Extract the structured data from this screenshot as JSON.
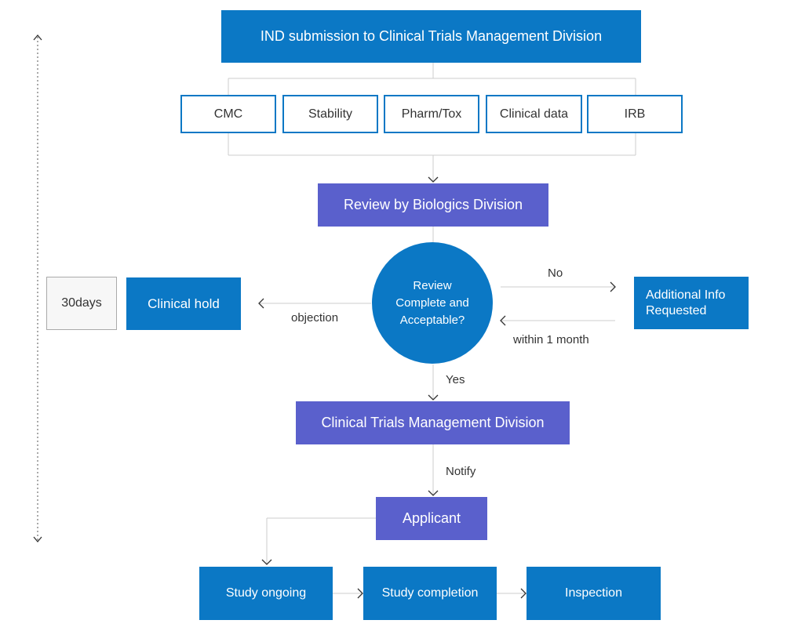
{
  "submission": "IND submission to Clinical Trials Management Division",
  "documents": [
    "CMC",
    "Stability",
    "Pharm/Tox",
    "Clinical data",
    "IRB"
  ],
  "review_division": "Review by Biologics Division",
  "decision": "Review Complete and Acceptable?",
  "decision_lines": [
    "Review",
    "Complete and",
    "Acceptable?"
  ],
  "no_label": "No",
  "additional_info_lines": [
    "Additional Info",
    "Requested"
  ],
  "within_label": "within 1 month",
  "objection_label": "objection",
  "clinical_hold": "Clinical hold",
  "days_box": "30days",
  "yes_label": "Yes",
  "management_division": "Clinical Trials Management Division",
  "notify_label": "Notify",
  "applicant": "Applicant",
  "stages": [
    "Study ongoing",
    "Study completion",
    "Inspection"
  ],
  "colors": {
    "blue": "#0b78c5",
    "purple": "#5a60cc",
    "line": "#cccccc"
  }
}
